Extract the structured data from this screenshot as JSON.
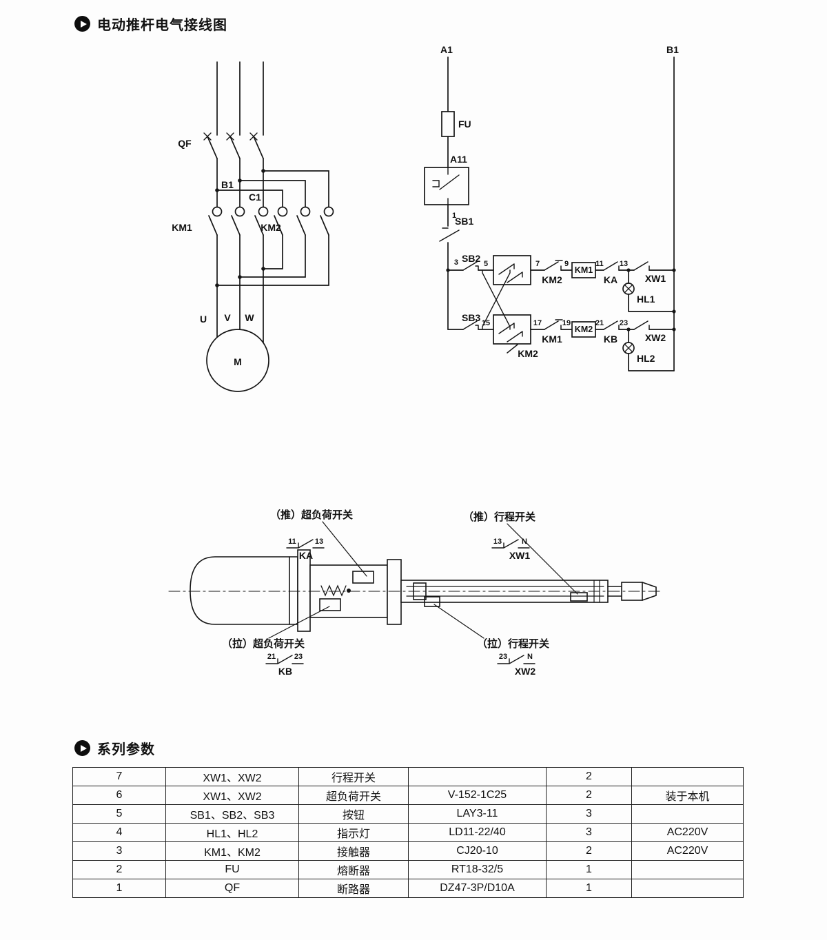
{
  "page": {
    "title": "电动推杆电气接线图",
    "params_title": "系列参数"
  },
  "power": {
    "qf": "QF",
    "b1": "B1",
    "c1": "C1",
    "km1": "KM1",
    "km2": "KM2",
    "u": "U",
    "v": "V",
    "w": "W",
    "m": "M"
  },
  "control": {
    "a1": "A1",
    "b1": "B1",
    "fu": "FU",
    "a11": "A11",
    "n1": "1",
    "sb1": "SB1",
    "n3": "3",
    "sb2": "SB2",
    "n5": "5",
    "n7": "7",
    "km2_nc": "KM2",
    "n9": "9",
    "km1_coil": "KM1",
    "n11": "11",
    "ka": "KA",
    "n13": "13",
    "xw1": "XW1",
    "hl1": "HL1",
    "sb3": "SB3",
    "n15": "15",
    "n17": "17",
    "km1_nc": "KM1",
    "n19": "19",
    "km2_coil": "KM2",
    "n21": "21",
    "kb": "KB",
    "n23": "23",
    "xw2": "XW2",
    "hl2": "HL2",
    "km2_aux": "KM2"
  },
  "mech": {
    "push_overload_label": "（推）超负荷开关",
    "push_travel_label": "（推）行程开关",
    "pull_overload_label": "（拉）超负荷开关",
    "pull_travel_label": "（拉）行程开关",
    "ka": "KA",
    "kb": "KB",
    "xw1": "XW1",
    "xw2": "XW2",
    "ka_a": "11",
    "ka_b": "13",
    "xw1_a": "13",
    "xw1_b": "N",
    "kb_a": "21",
    "kb_b": "23",
    "xw2_a": "23",
    "xw2_b": "N"
  },
  "table": {
    "rows": [
      {
        "no": "7",
        "code": "XW1、XW2",
        "name": "行程开关",
        "model": "",
        "qty": "2",
        "note": ""
      },
      {
        "no": "6",
        "code": "XW1、XW2",
        "name": "超负荷开关",
        "model": "V-152-1C25",
        "qty": "2",
        "note": "装于本机"
      },
      {
        "no": "5",
        "code": "SB1、SB2、SB3",
        "name": "按钮",
        "model": "LAY3-11",
        "qty": "3",
        "note": ""
      },
      {
        "no": "4",
        "code": "HL1、HL2",
        "name": "指示灯",
        "model": "LD11-22/40",
        "qty": "3",
        "note": "AC220V"
      },
      {
        "no": "3",
        "code": "KM1、KM2",
        "name": "接触器",
        "model": "CJ20-10",
        "qty": "2",
        "note": "AC220V"
      },
      {
        "no": "2",
        "code": "FU",
        "name": "熔断器",
        "model": "RT18-32/5",
        "qty": "1",
        "note": ""
      },
      {
        "no": "1",
        "code": "QF",
        "name": "断路器",
        "model": "DZ47-3P/D10A",
        "qty": "1",
        "note": ""
      }
    ]
  }
}
